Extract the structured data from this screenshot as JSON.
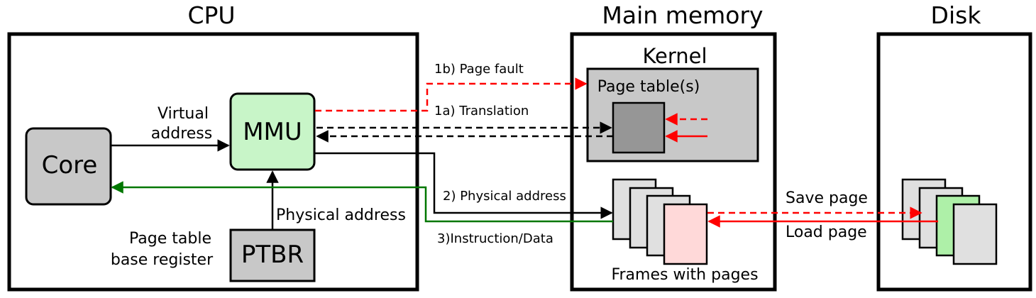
{
  "titles": {
    "cpu": "CPU",
    "main_memory": "Main memory",
    "disk": "Disk"
  },
  "cpu": {
    "core": "Core",
    "mmu": "MMU",
    "ptbr": "PTBR",
    "virtual_address_line1": "Virtual",
    "virtual_address_line2": "address",
    "physical_address": "Physical address",
    "ptbr_caption_line1": "Page table",
    "ptbr_caption_line2": "base register"
  },
  "memory": {
    "kernel": "Kernel",
    "page_tables": "Page table(s)",
    "frames": "Frames with pages"
  },
  "arrows": {
    "page_fault": "1b) Page fault",
    "translation": "1a) Translation",
    "physical_address": "2) Physical address",
    "instruction_data": "3)Instruction/Data",
    "save_page": "Save page",
    "load_page": "Load page"
  },
  "colors": {
    "box_gray": "#c8c8c8",
    "entry_gray": "#969696",
    "mmu_green": "#c8f5c8",
    "page_gray": "#e0e0e0",
    "page_pink": "#ffd9d9",
    "page_green": "#aef0a8",
    "arrow_red": "#ff0000",
    "arrow_green": "#007700"
  }
}
